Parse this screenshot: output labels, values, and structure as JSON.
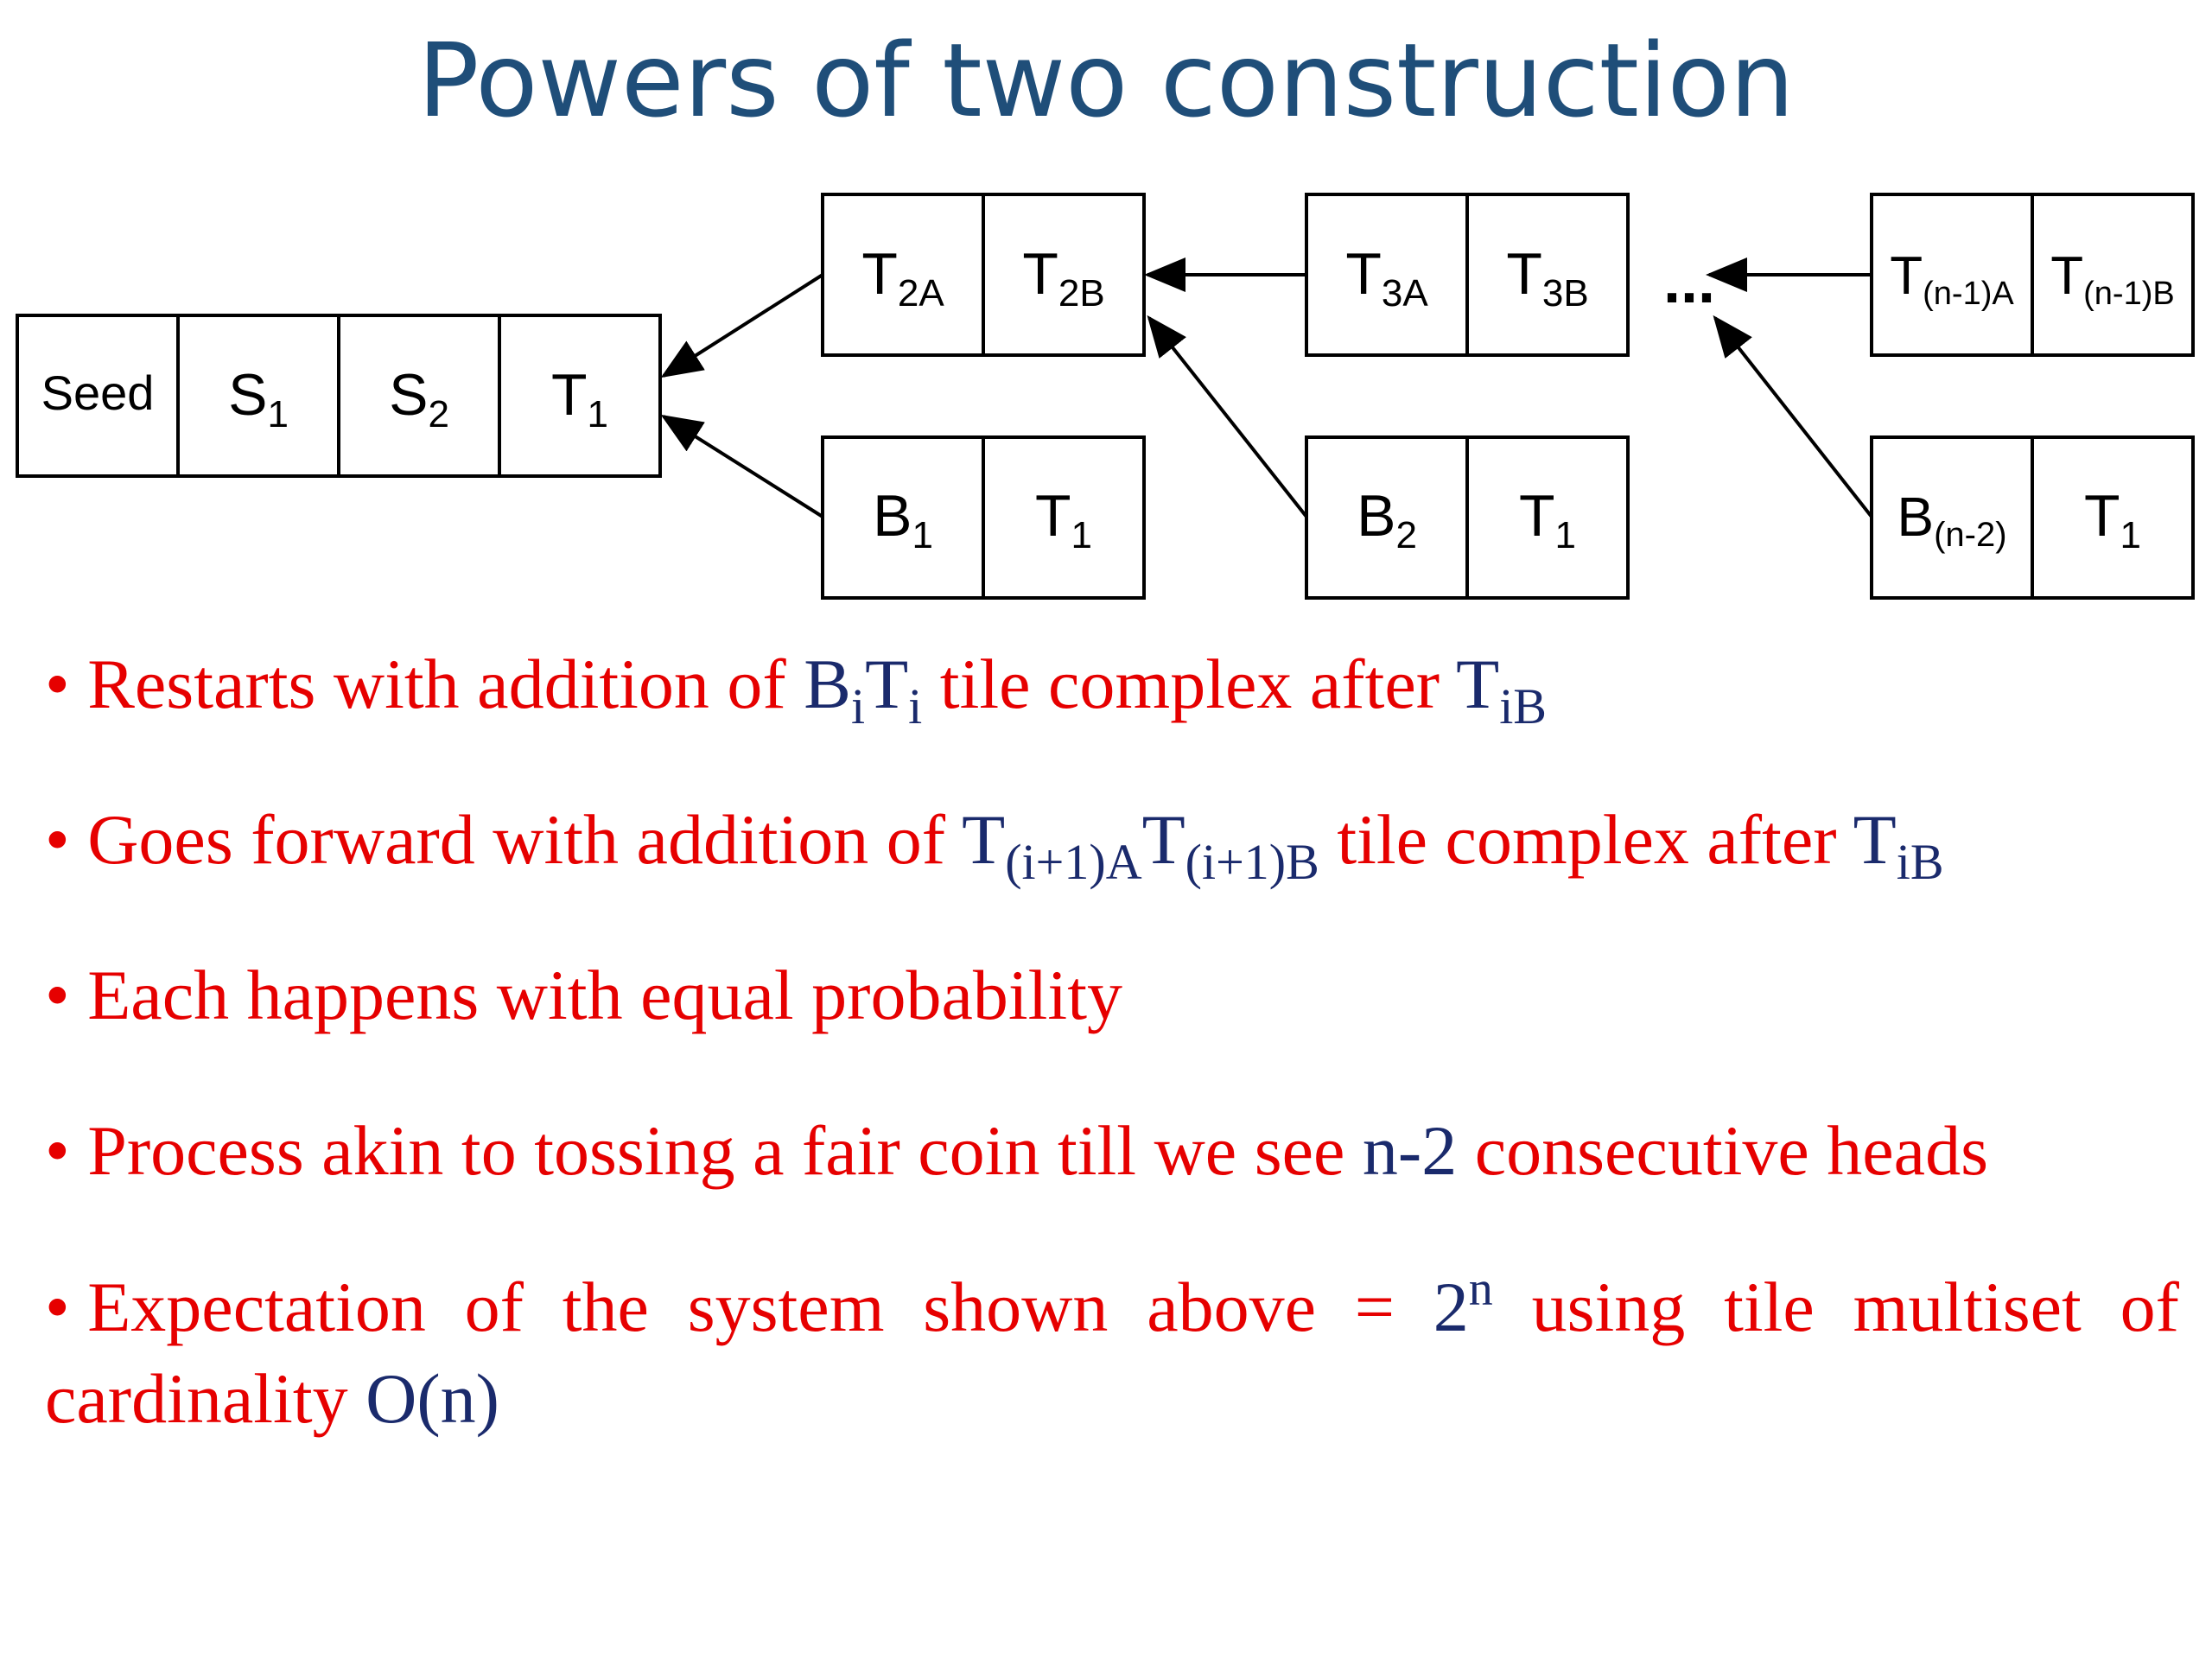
{
  "title": "Powers of two construction",
  "diagram": {
    "tiles": {
      "seed": "Seed",
      "s1": {
        "base": "S",
        "sub": "1"
      },
      "s2": {
        "base": "S",
        "sub": "2"
      },
      "t1": {
        "base": "T",
        "sub": "1"
      },
      "t2a": {
        "base": "T",
        "sub": "2A"
      },
      "t2b": {
        "base": "T",
        "sub": "2B"
      },
      "t3a": {
        "base": "T",
        "sub": "3A"
      },
      "t3b": {
        "base": "T",
        "sub": "3B"
      },
      "tn1a": {
        "base": "T",
        "sub": "(n-1)A"
      },
      "tn1b": {
        "base": "T",
        "sub": "(n-1)B"
      },
      "b1": {
        "base": "B",
        "sub": "1"
      },
      "b1t1": {
        "base": "T",
        "sub": "1"
      },
      "b2": {
        "base": "B",
        "sub": "2"
      },
      "b2t1": {
        "base": "T",
        "sub": "1"
      },
      "bn2": {
        "base": "B",
        "sub": "(n-2)"
      },
      "bn2t1": {
        "base": "T",
        "sub": "1"
      }
    },
    "ellipsis": "..."
  },
  "bullets": {
    "marker": "•",
    "b1": {
      "text1": "Restarts with addition of ",
      "bi": "B",
      "i1": "i",
      "ti": "T",
      "i2": "i",
      "text2": " tile complex after ",
      "t": "T",
      "ib": "iB"
    },
    "b2": {
      "text1": "Goes forward with addition of ",
      "t1": "T",
      "s1": "(i+1)A",
      "t2": "T",
      "s2": "(i+1)B",
      "text2": " tile complex after ",
      "t": "T",
      "ib": "iB"
    },
    "b3": {
      "text": "Each happens with equal probability"
    },
    "b4": {
      "text1": "Process akin to tossing a fair coin till we see ",
      "n2": "n-2",
      "text2": " consecutive heads"
    },
    "b5": {
      "words": [
        "Expectation",
        "of",
        "the",
        "system",
        "shown",
        "above",
        "="
      ],
      "two": "2",
      "n": "n",
      "words2": [
        "using",
        "tile",
        "multiset",
        "of"
      ],
      "line2a": "cardinality ",
      "on": "O(n)"
    }
  },
  "colors": {
    "title": "#1f4e79",
    "bullet_text": "#e60000",
    "math_text": "#1a2a6c"
  }
}
